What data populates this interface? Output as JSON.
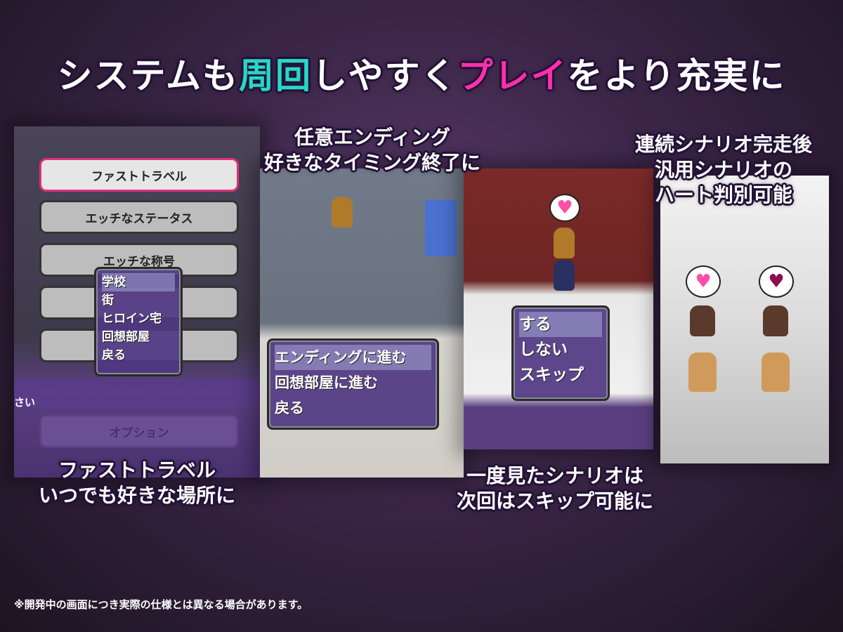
{
  "title": {
    "part1": "システムも",
    "highlight1": "周回",
    "part2": "しやすく",
    "highlight2": "プレイ",
    "part3": "をより充実に"
  },
  "colors": {
    "highlight1": "#28d6c8",
    "highlight2": "#ff2fae",
    "window": "#50378a"
  },
  "panel1": {
    "menu": [
      "ファストトラベル",
      "エッチなステータス",
      "エッチな称号",
      "",
      "",
      ""
    ],
    "bottom_button": "オプション",
    "message": "さい",
    "submenu": [
      "学校",
      "街",
      "ヒロイン宅",
      "回想部屋",
      "戻る"
    ],
    "selected": "学校"
  },
  "panel2": {
    "choices": [
      "エンディングに進む",
      "回想部屋に進む",
      "戻る"
    ]
  },
  "panel3": {
    "choices": [
      "する",
      "しない",
      "スキップ"
    ],
    "icon": "heart-bubble-icon"
  },
  "panel4": {
    "icons": [
      "heart-pink-icon",
      "heart-dark-icon"
    ]
  },
  "captions": {
    "c1": [
      "ファストトラベル",
      "いつでも好きな場所に"
    ],
    "c2": [
      "任意エンディング",
      "好きなタイミング終了に"
    ],
    "c3": [
      "一度見たシナリオは",
      "次回はスキップ可能に"
    ],
    "c4": [
      "連続シナリオ完走後",
      "汎用シナリオの",
      "ハート判別可能"
    ]
  },
  "note": "※開発中の画面につき実際の仕様とは異なる場合があります。"
}
